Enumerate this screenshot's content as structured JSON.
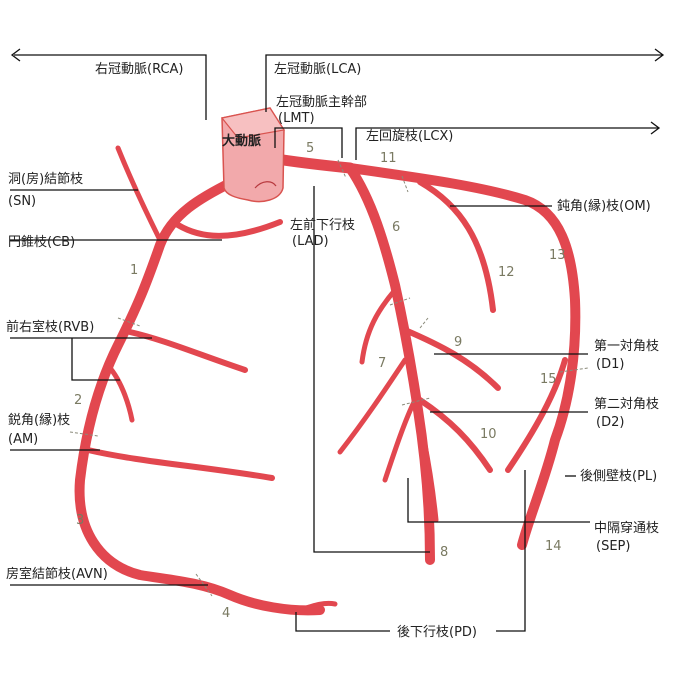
{
  "labels": {
    "rca": "右冠動脈(RCA)",
    "lca": "左冠動脈(LCA)",
    "lmt_1": "左冠動脈主幹部",
    "lmt_2": "(LMT)",
    "lcx": "左回旋枝(LCX)",
    "aorta": "大動脈",
    "sn_1": "洞(房)結節枝",
    "sn_2": "(SN)",
    "cb": "円錐枝(CB)",
    "lad_1": "左前下行枝",
    "lad_2": "(LAD)",
    "om": "鈍角(縁)枝(OM)",
    "rvb": "前右室枝(RVB)",
    "am_1": "鋭角(縁)枝",
    "am_2": "(AM)",
    "d1_1": "第一対角枝",
    "d1_2": "(D1)",
    "d2_1": "第二対角枝",
    "d2_2": "(D2)",
    "pl": "後側壁枝(PL)",
    "sep_1": "中隔穿通枝",
    "sep_2": "(SEP)",
    "avn": "房室結節枝(AVN)",
    "pd": "後下行枝(PD)"
  },
  "segments": {
    "s1": "1",
    "s2": "2",
    "s3": "3",
    "s4": "4",
    "s5": "5",
    "s6": "6",
    "s7": "7",
    "s8": "8",
    "s9": "9",
    "s10": "10",
    "s11": "11",
    "s12": "12",
    "s13": "13",
    "s14": "14",
    "s15": "15"
  },
  "colors": {
    "vessel": "#e2474f",
    "aorta_fill": "#f2a9ab",
    "aorta_stroke": "#d9534f",
    "leader": "#111111"
  }
}
